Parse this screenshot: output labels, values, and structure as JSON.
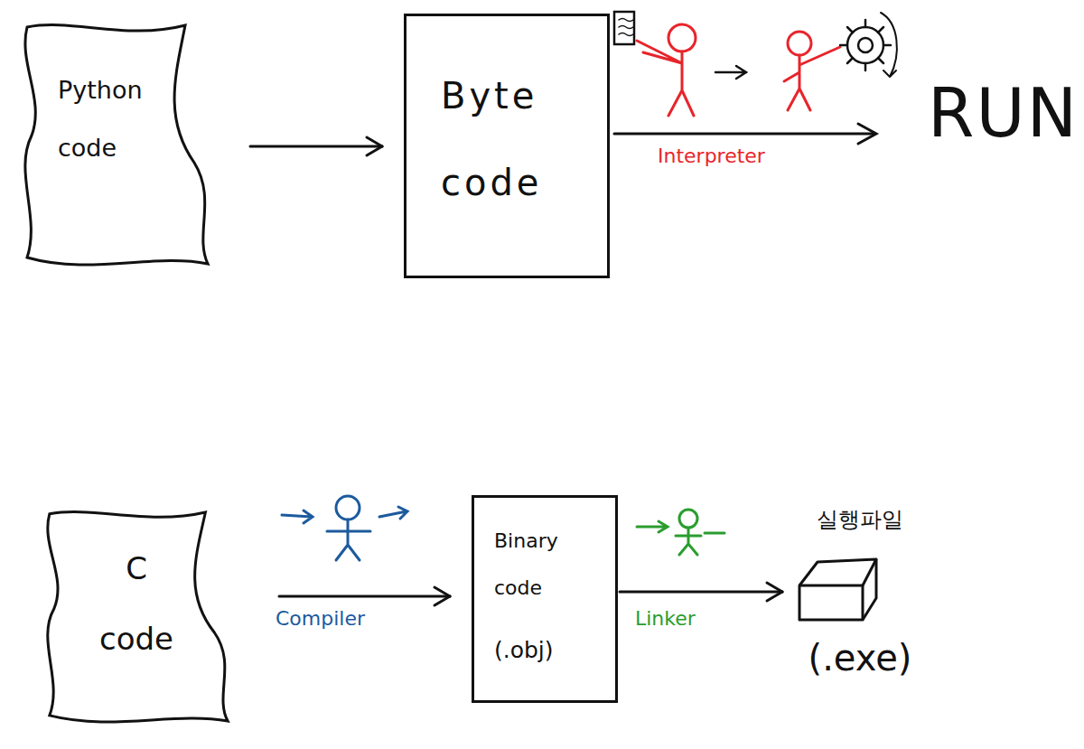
{
  "diagram": {
    "nodes": [
      {
        "text": [
          "Python code"
        ]
      },
      {
        "text": [
          "Byte code"
        ]
      },
      {
        "text": [
          "C code"
        ]
      },
      {
        "text": [
          "Binary code",
          "(.obj)"
        ]
      },
      {
        "text": [
          "실행파일",
          "(.exe)"
        ]
      }
    ],
    "edges": [
      {
        "from": 0,
        "to": 1,
        "arrow": "to"
      },
      {
        "from": 2,
        "to": 3,
        "label": "Compiler",
        "arrow": "to"
      },
      {
        "from": 3,
        "to": 4,
        "label": "Linker",
        "arrow": "to"
      }
    ],
    "labels": [
      "Interpreter",
      "RUN"
    ]
  }
}
